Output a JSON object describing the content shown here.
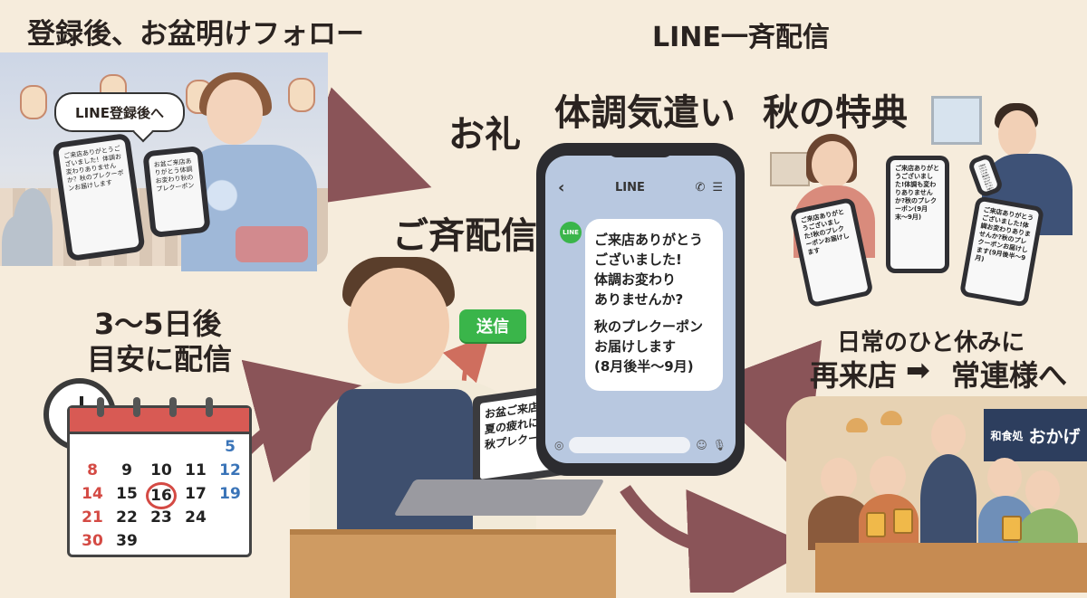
{
  "headings": {
    "top_left": "登録後、お盆明けフォロー",
    "top_center": "LINE一斉配信",
    "thanks": "お礼",
    "health": "体調気遣い",
    "autumn": "秋の特典",
    "bulk": "ご斉配信",
    "timing_line1": "3〜5日後",
    "timing_line2": "目安に配信",
    "daily_break": "日常のひと休みに",
    "revisit": "再来店",
    "arrow": "➡",
    "regular": "常連様へ"
  },
  "festival": {
    "bubble": "LINE登録後へ",
    "phone1_text": "ご来店ありがとうございました！体調お変わりありませんか？秋のプレクーポンお届けします",
    "phone2_text": "お盆ご来店ありがとう体調お変わり秋のプレクーポン"
  },
  "calendar": {
    "rows": [
      [
        "",
        "",
        "",
        "",
        "5"
      ],
      [
        "8",
        "9",
        "10",
        "11",
        "12"
      ],
      [
        "14",
        "15",
        "16",
        "17",
        "19"
      ],
      [
        "21",
        "22",
        "23",
        "24",
        ""
      ],
      [
        "30",
        "39",
        "",
        "",
        ""
      ]
    ],
    "highlight": "16",
    "colors": {
      "sunday": "#d44a44",
      "saturday": "#3a74b8"
    }
  },
  "owner": {
    "send_button": "送信",
    "laptop_lines": [
      "お盆ご来店感謝!",
      "夏の疲れに…",
      "秋プレクーポン"
    ]
  },
  "line_app": {
    "header_title": "LINE",
    "back_icon": "‹",
    "call_icon": "✆",
    "menu_icon": "☰",
    "logo_text": "LINE",
    "message_lines_a": [
      "ご来店ありがとう",
      "ございました!",
      "体調お変わり",
      "ありませんか?"
    ],
    "message_lines_b": [
      "秋のプレクーポン",
      "お届けします",
      "(8月後半〜9月)"
    ],
    "camera_icon": "◎",
    "emoji_icon": "☺",
    "mic_icon": "🎙",
    "accent": "#3ab54a"
  },
  "customers": {
    "phone_a": "ご来店ありがとうございました!秋のプレクーポンお届けします",
    "phone_b": "ご来店ありがとうございました!体調も変わりありませんか?秋のプレクーポン(9月末〜9月)",
    "phone_c": "ご来店ありがとうございました!体調お変わりありませんか?秋のプレクーポンお届けします(9月後半〜9月)",
    "phone_d": "ご来店ありがとうございました!体調お変わりありませんか?秋のプレクーポンお届けします"
  },
  "restaurant": {
    "sign_small": "和食処",
    "sign_large": "おかげ"
  }
}
